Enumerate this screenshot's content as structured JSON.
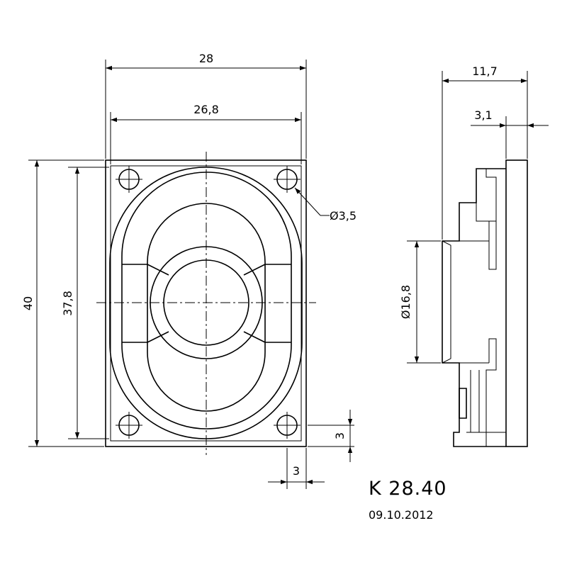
{
  "drawing": {
    "model": "K 28.40",
    "date": "09.10.2012"
  },
  "dimensions": {
    "overall_width": "28",
    "inner_width": "26,8",
    "overall_height": "40",
    "inner_height": "37,8",
    "hole_diameter": "Ø3,5",
    "hole_offset_x": "3",
    "hole_offset_y": "3",
    "depth": "11,7",
    "frame_thickness": "3,1",
    "magnet_diameter": "Ø16,8"
  }
}
